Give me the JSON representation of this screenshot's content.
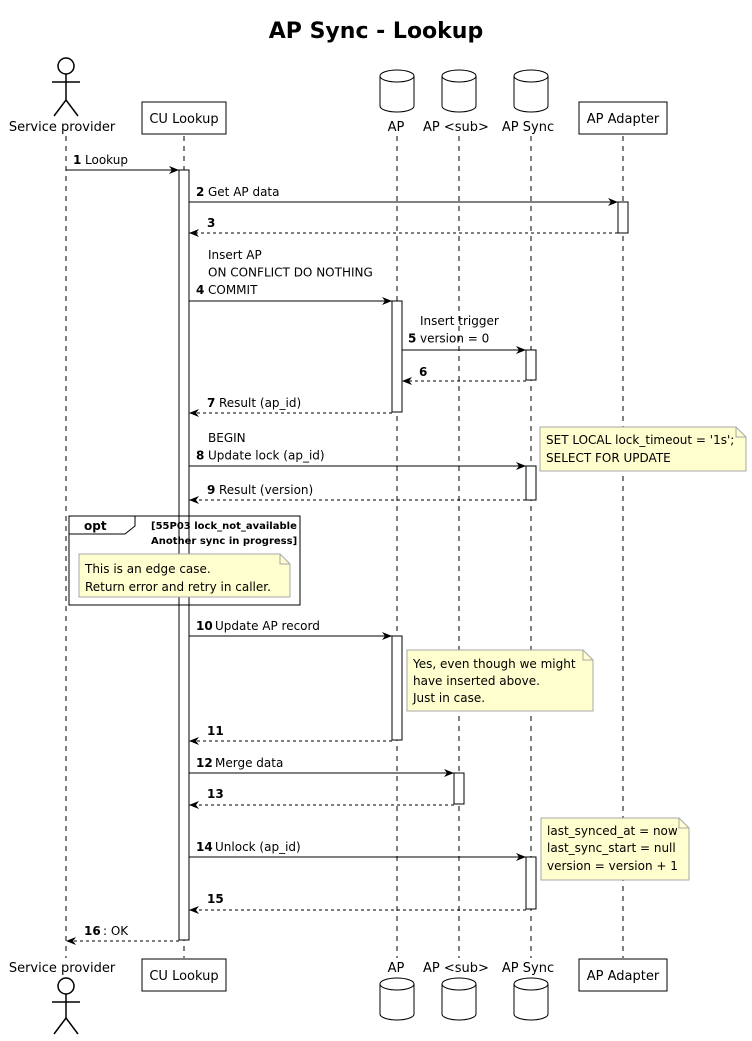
{
  "title": "AP Sync - Lookup",
  "participants": [
    {
      "id": "sp",
      "label": "Service provider",
      "kind": "actor"
    },
    {
      "id": "cu",
      "label": "CU Lookup",
      "kind": "box"
    },
    {
      "id": "ap",
      "label": "AP",
      "kind": "database"
    },
    {
      "id": "sub",
      "label": "AP <sub>",
      "kind": "database"
    },
    {
      "id": "sync",
      "label": "AP Sync",
      "kind": "database"
    },
    {
      "id": "ada",
      "label": "AP Adapter",
      "kind": "box"
    }
  ],
  "messages": [
    {
      "n": "1",
      "from": "sp",
      "to": "cu",
      "lines": [
        "Lookup"
      ],
      "ret": false
    },
    {
      "n": "2",
      "from": "cu",
      "to": "ada",
      "lines": [
        "Get AP data"
      ],
      "ret": false
    },
    {
      "n": "3",
      "from": "ada",
      "to": "cu",
      "lines": [],
      "ret": true
    },
    {
      "n": "4",
      "from": "cu",
      "to": "ap",
      "lines": [
        "Insert AP",
        "ON CONFLICT DO NOTHING",
        "COMMIT"
      ],
      "ret": false
    },
    {
      "n": "5",
      "from": "ap",
      "to": "sync",
      "lines": [
        "Insert trigger",
        "version = 0"
      ],
      "ret": false
    },
    {
      "n": "6",
      "from": "sync",
      "to": "ap",
      "lines": [],
      "ret": true
    },
    {
      "n": "7",
      "from": "ap",
      "to": "cu",
      "lines": [
        "Result (ap_id)"
      ],
      "ret": true
    },
    {
      "n": "8",
      "from": "cu",
      "to": "sync",
      "lines": [
        "BEGIN",
        "Update lock (ap_id)"
      ],
      "ret": false
    },
    {
      "n": "9",
      "from": "sync",
      "to": "cu",
      "lines": [
        "Result (version)"
      ],
      "ret": true
    },
    {
      "n": "10",
      "from": "cu",
      "to": "ap",
      "lines": [
        "Update AP record"
      ],
      "ret": false
    },
    {
      "n": "11",
      "from": "ap",
      "to": "cu",
      "lines": [],
      "ret": true
    },
    {
      "n": "12",
      "from": "cu",
      "to": "sub",
      "lines": [
        "Merge data"
      ],
      "ret": false
    },
    {
      "n": "13",
      "from": "sub",
      "to": "cu",
      "lines": [],
      "ret": true
    },
    {
      "n": "14",
      "from": "cu",
      "to": "sync",
      "lines": [
        "Unlock (ap_id)"
      ],
      "ret": false
    },
    {
      "n": "15",
      "from": "sync",
      "to": "cu",
      "lines": [],
      "ret": true
    },
    {
      "n": "16",
      "from": "cu",
      "to": "sp",
      "lines": [
        ": OK"
      ],
      "ret": true
    }
  ],
  "notes": [
    {
      "id": "lock-note",
      "lines": [
        "SET LOCAL lock_timeout = '1s';",
        "SELECT FOR UPDATE"
      ]
    },
    {
      "id": "edge-note",
      "lines": [
        "This is an edge case.",
        "Return error and retry in caller."
      ]
    },
    {
      "id": "update-note",
      "lines": [
        "Yes, even though we might",
        "have inserted above.",
        "Just in case."
      ]
    },
    {
      "id": "unlock-note",
      "lines": [
        "last_synced_at = now",
        "last_sync_start = null",
        "version = version + 1"
      ]
    }
  ],
  "opt": {
    "label": "opt",
    "condition": [
      "[55P03 lock_not_available",
      "Another sync in progress]"
    ]
  },
  "colors": {
    "note_fill": "#fefece",
    "note_stroke": "#a8a8a8",
    "line": "#000000",
    "box_fill": "#ffffff"
  }
}
